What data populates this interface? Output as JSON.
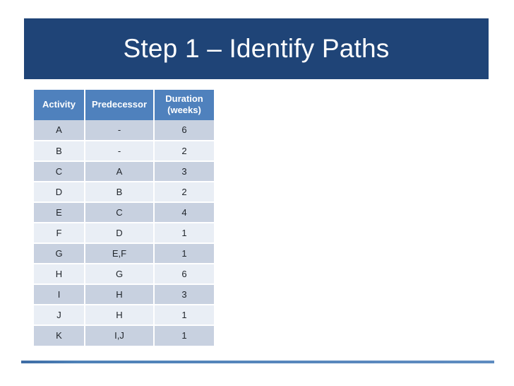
{
  "slide": {
    "title": "Step 1 – Identify Paths",
    "background_color": "#ffffff",
    "title_banner_color": "#1f4477",
    "title_text_color": "#ffffff",
    "divider_color": "#4f82b8"
  },
  "table": {
    "header_background": "#4f81bd",
    "header_text_color": "#ffffff",
    "row_color_odd": "#c8d1e0",
    "row_color_even": "#e9eef5",
    "columns": [
      {
        "label": "Activity"
      },
      {
        "label": "Predecessor"
      },
      {
        "label": "Duration (weeks)"
      }
    ],
    "rows": [
      {
        "activity": "A",
        "predecessor": "-",
        "duration": "6"
      },
      {
        "activity": "B",
        "predecessor": "-",
        "duration": "2"
      },
      {
        "activity": "C",
        "predecessor": "A",
        "duration": "3"
      },
      {
        "activity": "D",
        "predecessor": "B",
        "duration": "2"
      },
      {
        "activity": "E",
        "predecessor": "C",
        "duration": "4"
      },
      {
        "activity": "F",
        "predecessor": "D",
        "duration": "1"
      },
      {
        "activity": "G",
        "predecessor": "E,F",
        "duration": "1"
      },
      {
        "activity": "H",
        "predecessor": "G",
        "duration": "6"
      },
      {
        "activity": "I",
        "predecessor": "H",
        "duration": "3"
      },
      {
        "activity": "J",
        "predecessor": "H",
        "duration": "1"
      },
      {
        "activity": "K",
        "predecessor": "I,J",
        "duration": "1"
      }
    ]
  }
}
